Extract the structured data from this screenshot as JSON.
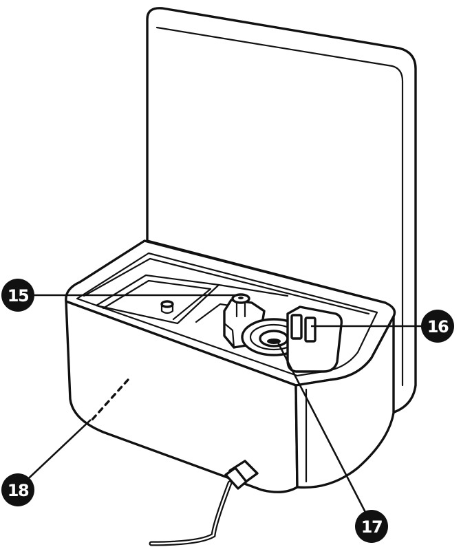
{
  "callouts": [
    {
      "id": "c15",
      "label": "15"
    },
    {
      "id": "c16",
      "label": "16"
    },
    {
      "id": "c17",
      "label": "17"
    },
    {
      "id": "c18",
      "label": "18"
    }
  ],
  "colors": {
    "line": "#111111",
    "background": "#ffffff",
    "callout": "#111111",
    "callout_text": "#ffffff"
  }
}
